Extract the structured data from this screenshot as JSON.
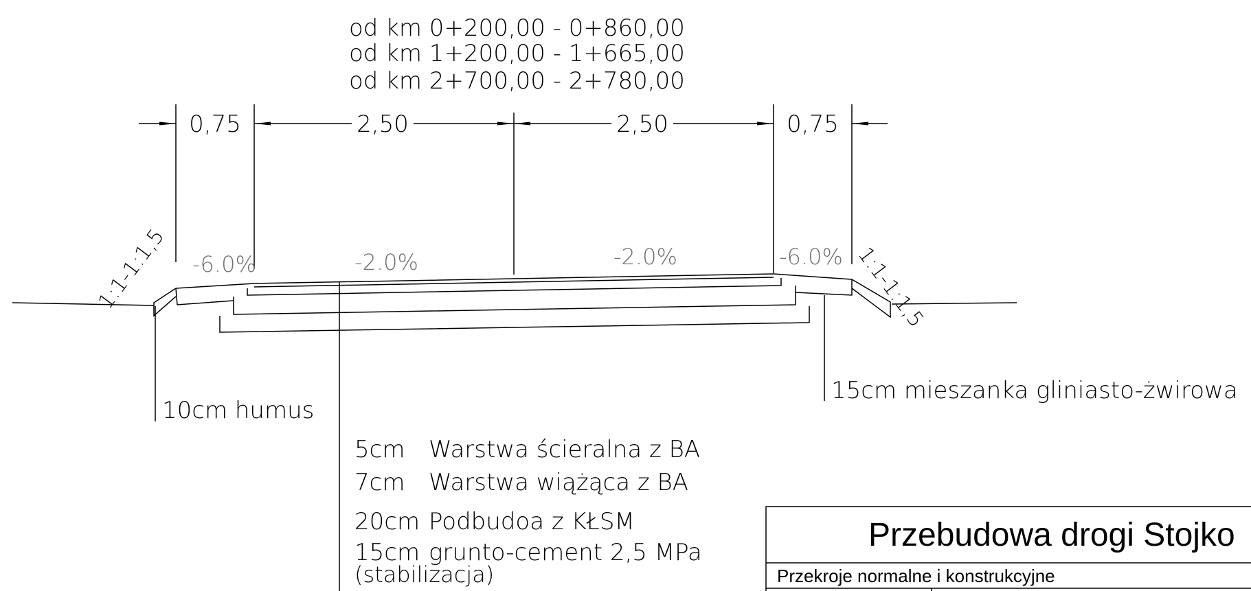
{
  "ranges": [
    "od km 0+200,00  -  0+860,00",
    "od km 1+200,00  -  1+665,00",
    "od km 2+700,00  -  2+780,00"
  ],
  "dimensions": {
    "left_shoulder": "0,75",
    "left_lane": "2,50",
    "right_lane": "2,50",
    "right_shoulder": "0,75"
  },
  "grades": {
    "left_shoulder": "-6.0%",
    "left_lane": "-2.0%",
    "right_lane": "-2.0%",
    "right_shoulder": "-6.0%"
  },
  "slopes": {
    "left": "1:1-1:1,5",
    "right": "1:1-1:1,5"
  },
  "callouts": {
    "humus": "10cm humus",
    "shoulder_material": "15cm mieszanka gliniasto-żwirowa"
  },
  "layers": [
    {
      "thickness": "5cm",
      "description": "Warstwa ścieralna z BA"
    },
    {
      "thickness": "7cm",
      "description": "Warstwa wiążąca z BA"
    },
    {
      "thickness": "20cm",
      "description": "Podbudoa z KŁSM"
    },
    {
      "thickness": "15cm",
      "description": "grunto-cement 2,5 MPa"
    }
  ],
  "layer_note": "(stabilizacja)",
  "title_block": {
    "title": "Przebudowa drogi Stojko",
    "subtitle": "Przekroje normalne i konstrukcyjne"
  }
}
